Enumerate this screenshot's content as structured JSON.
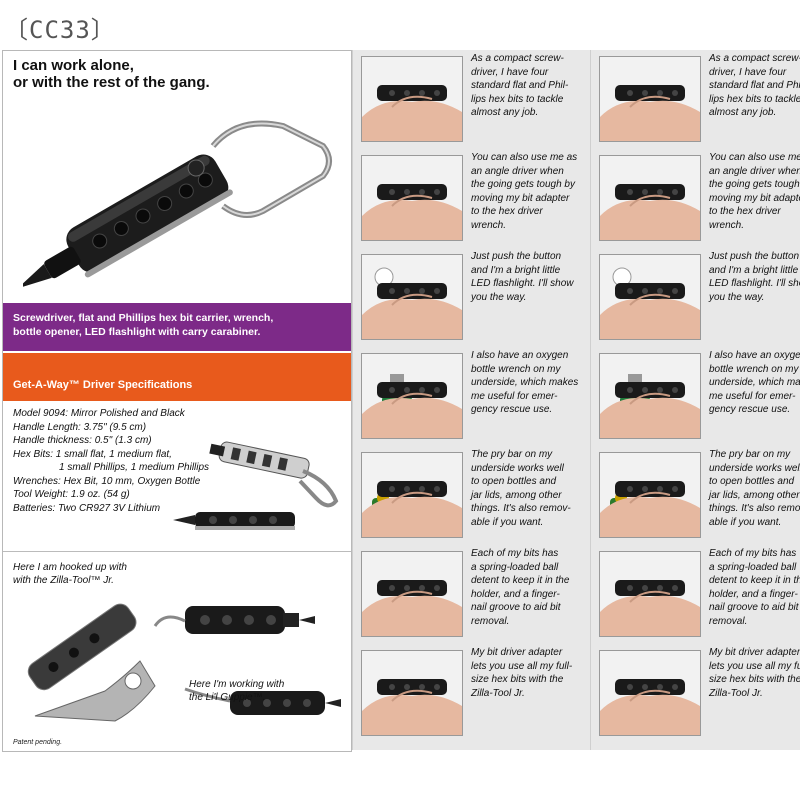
{
  "header": {
    "code": "〔CC33〕"
  },
  "left": {
    "headline": [
      "I can work alone,",
      "or with the rest of the gang."
    ],
    "purple_lines": [
      "Screwdriver, flat and Phillips hex bit carrier, wrench,",
      "bottle opener, LED flashlight with carry carabiner."
    ],
    "specs_title": "Get-A-Way™ Driver Specifications",
    "specs": [
      {
        "text": "Model 9094: Mirror Polished and Black",
        "indent": false
      },
      {
        "text": "Handle Length: 3.75\" (9.5 cm)",
        "indent": false
      },
      {
        "text": "Handle thickness: 0.5\" (1.3 cm)",
        "indent": false
      },
      {
        "text": "Hex Bits: 1 small flat, 1 medium flat,",
        "indent": false
      },
      {
        "text": "1 small Phillips, 1 medium Phillips",
        "indent": true
      },
      {
        "text": "Wrenches: Hex Bit, 10 mm, Oxygen Bottle",
        "indent": false
      },
      {
        "text": "Tool Weight: 1.9 oz. (54 g)",
        "indent": false
      },
      {
        "text": "Batteries: Two CR927 3V Lithium",
        "indent": false
      }
    ],
    "hooked": [
      "Here I am hooked up with",
      "with the Zilla-Tool™ Jr."
    ],
    "guppie": [
      "Here I'm working with",
      "the Li'l Guppie™."
    ],
    "patent": "Patent pending."
  },
  "steps": [
    {
      "lines": [
        "As a compact screw-",
        "driver, I have four",
        "standard flat and Phil-",
        "lips hex bits to tackle",
        "almost any job."
      ]
    },
    {
      "lines": [
        "You can also use me as",
        "an angle driver when",
        "the going gets tough by",
        "moving my bit adapter",
        "to the hex driver",
        "wrench."
      ]
    },
    {
      "lines": [
        "Just push the button",
        "and I'm a bright little",
        "LED flashlight. I'll show",
        "you the way."
      ]
    },
    {
      "lines": [
        "I also have an oxygen",
        "bottle wrench on my",
        "underside, which makes",
        "me useful for emer-",
        "gency rescue use."
      ]
    },
    {
      "lines": [
        "The pry bar on my",
        "underside works well",
        "to open bottles and",
        "jar lids, among other",
        "things. It's also remov-",
        "able if you want."
      ]
    },
    {
      "lines": [
        "Each of my bits has",
        "a spring-loaded ball",
        "detent to keep it in the",
        "holder, and a finger-",
        "nail groove to aid bit",
        "removal."
      ]
    },
    {
      "lines": [
        "My bit driver adapter",
        "lets you use all my full-",
        "size hex bits with the",
        "Zilla-Tool Jr."
      ]
    }
  ],
  "step2": [
    {
      "lines": [
        "As a compact screw-",
        "driver, I have four",
        "standard flat and Phil-",
        "lips hex bits to tackle",
        "almost any job."
      ]
    },
    {
      "lines": [
        "You can also use me as",
        "an angle driver when",
        "the going gets tough by",
        "moving my bit adapter",
        "to the hex driver",
        "wrench."
      ]
    },
    {
      "lines": [
        "Just push the button",
        "and I'm a bright little",
        "LED flashlight. I'll show",
        "you the way."
      ]
    },
    {
      "lines": [
        "I also have an oxygen",
        "bottle wrench on my",
        "underside, which makes",
        "me useful for emer-",
        "gency rescue use."
      ]
    },
    {
      "lines": [
        "The pry bar on my",
        "underside works well",
        "to open bottles and",
        "jar lids, among other",
        "things. It's also remov-",
        "able if you want."
      ]
    },
    {
      "lines": [
        "Each of my bits has",
        "a spring-loaded ball",
        "detent to keep it in the",
        "holder, and a finger-",
        "nail groove to aid bit",
        "removal."
      ]
    },
    {
      "lines": [
        "My bit driver adapter",
        "lets you use all my full-",
        "size hex bits with the",
        "Zilla-Tool Jr."
      ]
    }
  ],
  "colors": {
    "purple": "#7d2a88",
    "orange": "#e85a1c",
    "panel_bg": "#e8e8e8"
  },
  "icons": [
    "multitool-image",
    "hand-photo",
    "bottle-photo"
  ]
}
